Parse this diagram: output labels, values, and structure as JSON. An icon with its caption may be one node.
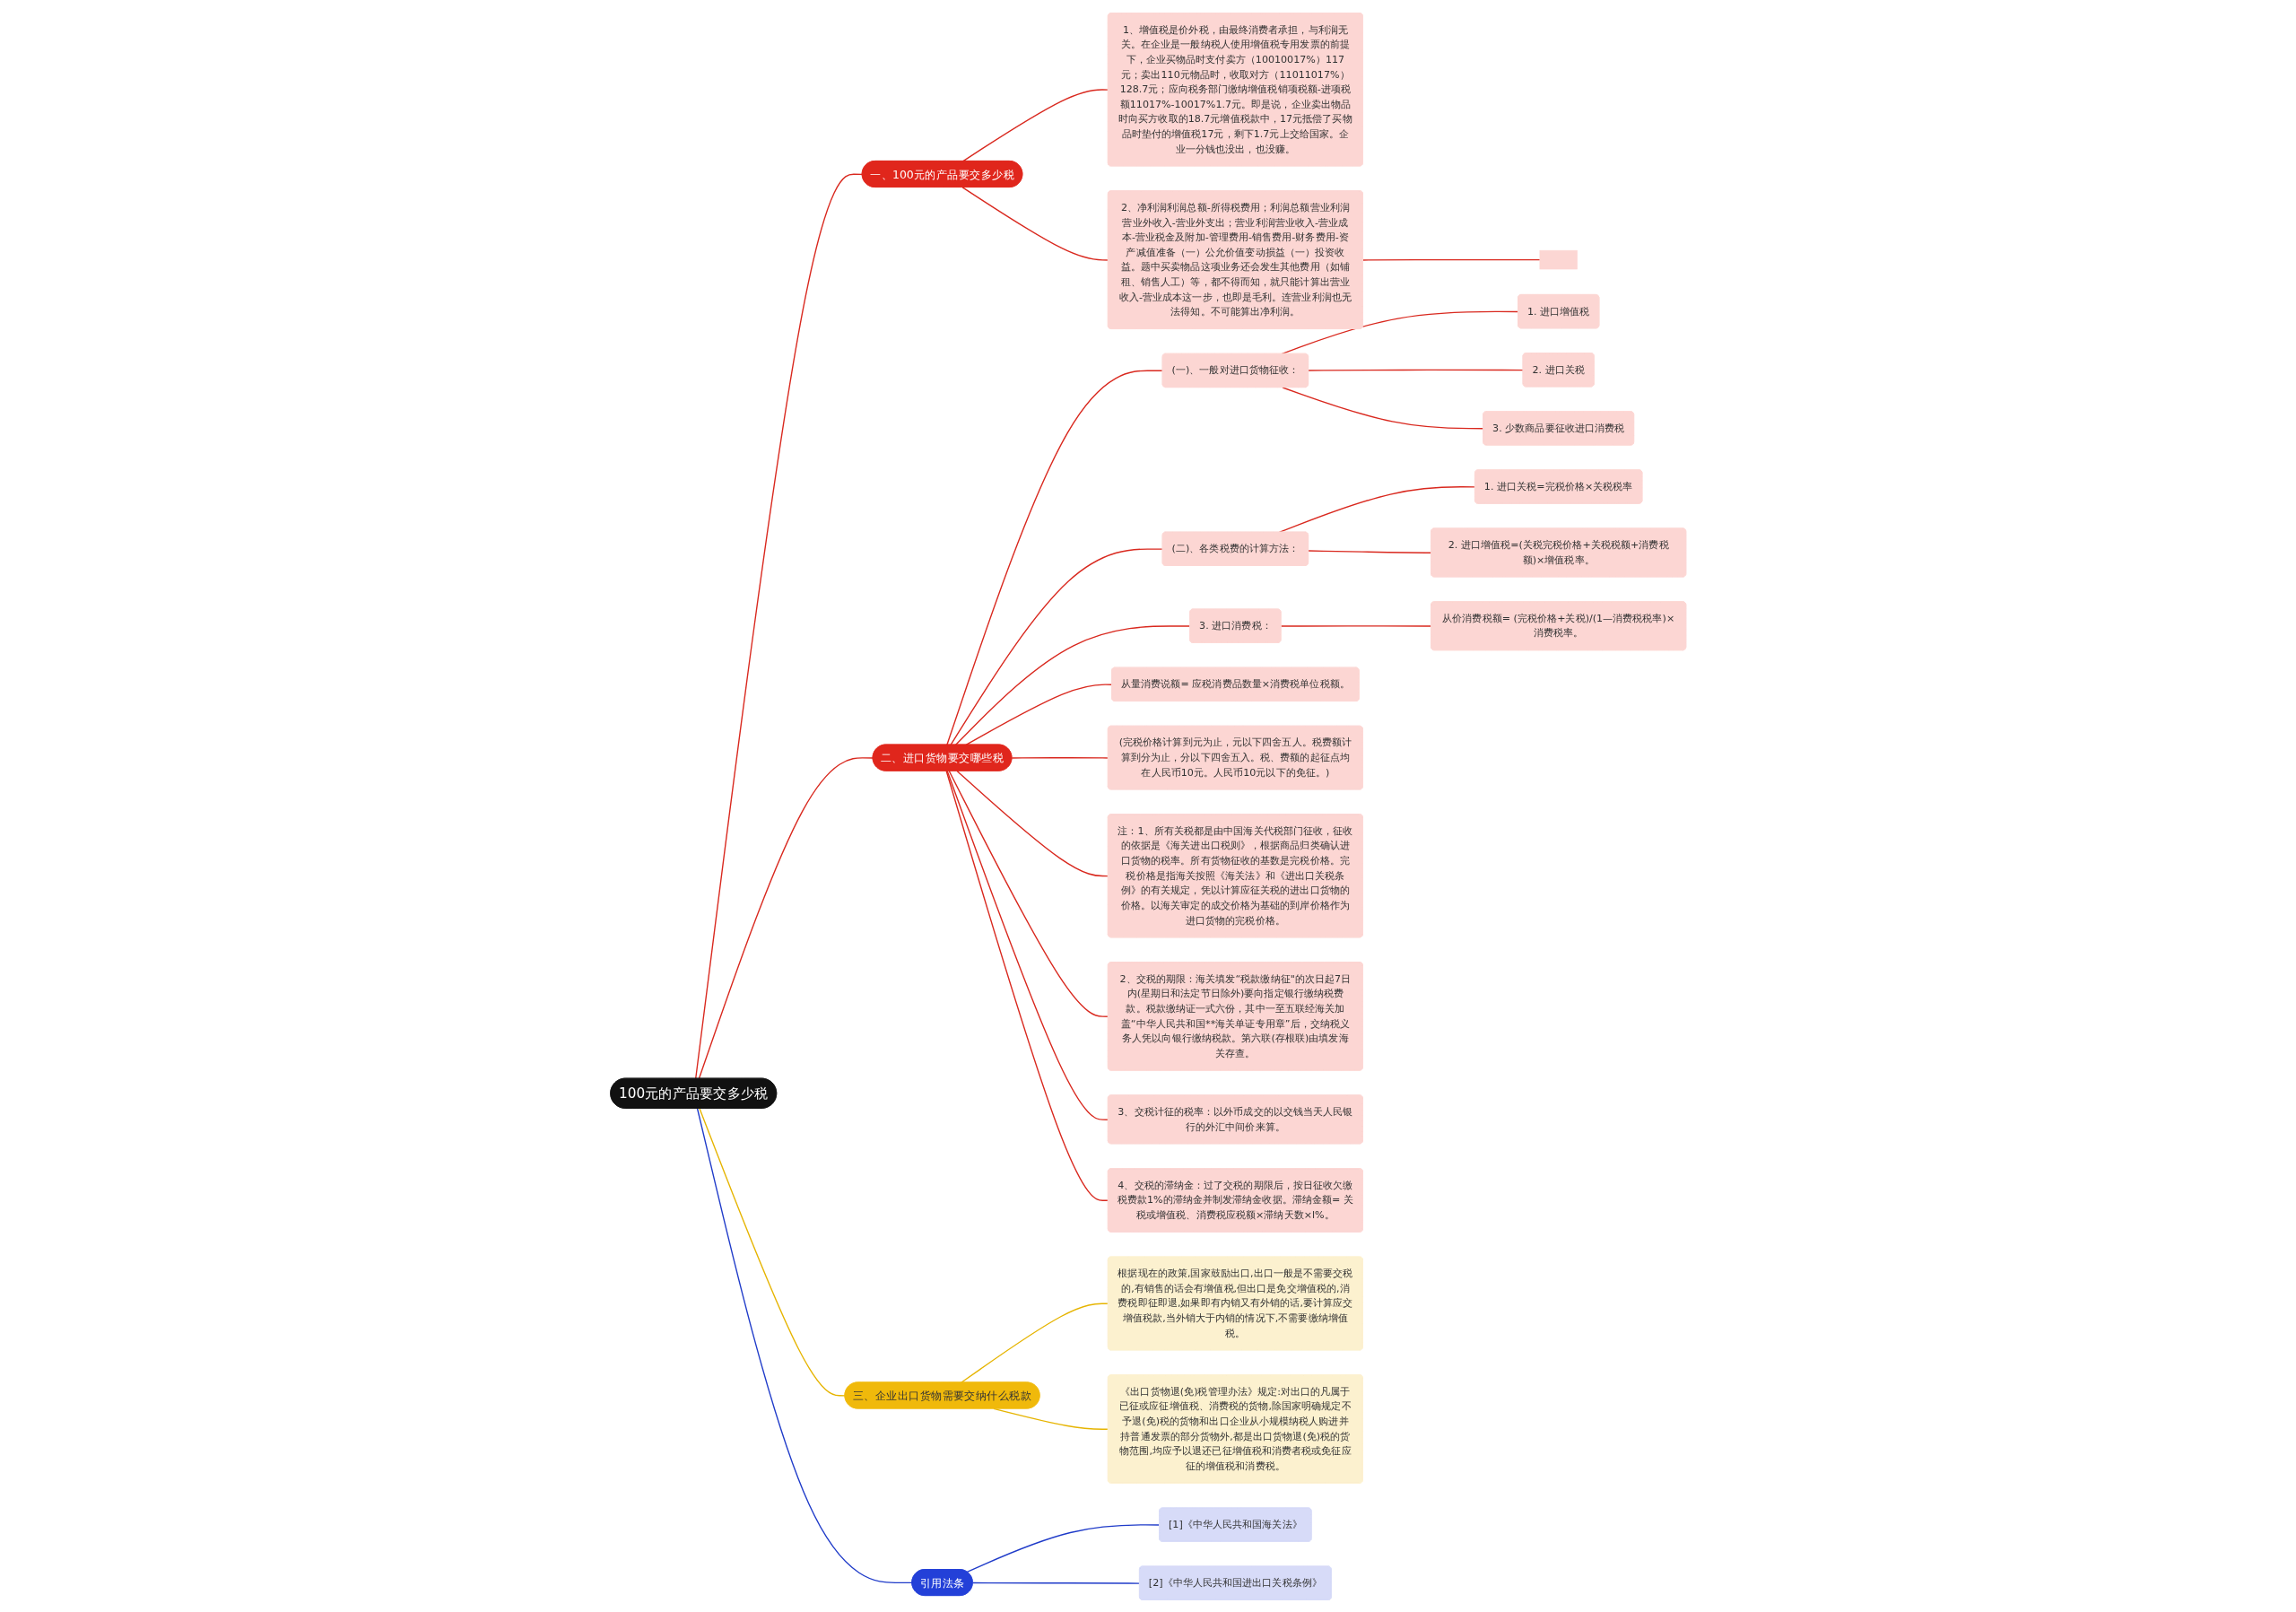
{
  "diagram": {
    "nodes": [
      {
        "text": [
          "100元的产品要交多少税"
        ]
      },
      {
        "text": [
          "一、100元的产品要交多少税"
        ]
      },
      {
        "text": [
          "1、增值税是价外税，由最终消费者承担，与利润无关。在企业是一般纳税人使用增值税专用发票的前提下，企业买物品时支付卖方（10010017%）117元；卖出110元物品时，收取对方（11011017%）128.7元；应向税务部门缴纳增值税销项税额-进项税额11017%-10017%1.7元。即是说，企业卖出物品时向买方收取的18.7元增值税款中，17元抵偿了买物品时垫付的增值税17元，剩下1.7元上交给国家。企业一分钱也没出，也没赚。"
        ]
      },
      {
        "text": [
          "2、净利润利润总额-所得税费用；利润总额营业利润营业外收入-营业外支出；营业利润营业收入-营业成本-营业税金及附加-管理费用-销售费用-财务费用-资产减值准备（一）公允价值变动损益（一）投资收益。题中买卖物品这项业务还会发生其他费用（如铺租、销售人工）等，都不得而知，就只能计算出营业收入-营业成本这一步，也即是毛利。连营业利润也无法得知。不可能算出净利润。"
        ]
      },
      {
        "text": [],
        "shape": "box"
      },
      {
        "text": [
          "二、进口货物要交哪些税"
        ]
      },
      {
        "text": [
          "(一)、一般对进口货物征收："
        ]
      },
      {
        "text": [
          "1. 进口增值税"
        ]
      },
      {
        "text": [
          "2. 进口关税"
        ]
      },
      {
        "text": [
          "3. 少数商品要征收进口消费税"
        ]
      },
      {
        "text": [
          "(二)、各类税费的计算方法："
        ]
      },
      {
        "text": [
          "1. 进口关税=完税价格×关税税率"
        ]
      },
      {
        "text": [
          "2. 进口增值税=(关税完税价格+关税税额+消费税额)×增值税率。"
        ]
      },
      {
        "text": [
          "3. 进口消费税："
        ]
      },
      {
        "text": [
          "从价消费税额= (完税价格+关税)/(1—消费税税率)×消费税率。"
        ]
      },
      {
        "text": [
          "从量消费说额= 应税消费品数量×消费税单位税额。"
        ]
      },
      {
        "text": [
          "(完税价格计算到元为止，元以下四舍五人。税费额计算到分为止，分以下四舍五入。税、费额的起征点均在人民币10元。人民币10元以下的免征。)"
        ]
      },
      {
        "text": [
          "注：1、所有关税都是由中国海关代税部门征收，征收的依据是《海关进出口税则》，根据商品归类确认进口货物的税率。所有货物征收的基数是完税价格。完税价格是指海关按照《海关法》和《进出口关税条例》的有关规定，凭以计算应征关税的进出口货物的价格。以海关审定的成交价格为基础的到岸价格作为进口货物的完税价格。"
        ]
      },
      {
        "text": [
          "2、交税的期限：海关填发“税款缴纳征\"的次日起7日内(星期日和法定节日除外)要向指定银行缴纳税费款。税款缴纳证一式六份，其中一至五联经海关加盖“中华人民共和国**海关单证专用章”后，交纳税义务人凭以向银行缴纳税款。第六联(存根联)由填发海关存查。"
        ]
      },
      {
        "text": [
          "3、交税计征的税率：以外币成交的以交钱当天人民银行的外汇中间价来算。"
        ]
      },
      {
        "text": [
          "4、交税的滞纳金：过了交税的期限后，按日征收欠缴税费款1%的滞纳金并制发滞纳金收据。滞纳金额= 关税或增值税、消费税应税额×滞纳天数×l%。"
        ]
      },
      {
        "text": [
          "三、企业出口货物需要交纳什么税款"
        ]
      },
      {
        "text": [
          "根据现在的政策,国家鼓励出口,出口一般是不需要交税的,有销售的话会有增值税,但出口是免交增值税的,消费税即征即退,如果即有内销又有外销的话,要计算应交增值税款,当外销大于内销的情况下,不需要缴纳增值税。"
        ]
      },
      {
        "text": [
          "《出口货物退(免)税管理办法》规定:对出口的凡属于已征或应征增值税、消费税的货物,除国家明确规定不予退(免)税的货物和出口企业从小规模纳税人购进并持普通发票的部分货物外,都是出口货物退(免)税的货物范围,均应予以退还已征增值税和消费者税或免征应征的增值税和消费税。"
        ]
      },
      {
        "text": [
          "引用法条"
        ]
      },
      {
        "text": [
          "[1]《中华人民共和国海关法》"
        ]
      },
      {
        "text": [
          "[2]《中华人民共和国进出口关税条例》"
        ]
      }
    ],
    "edges": [
      {
        "from": 0,
        "to": 1,
        "arrow": "none"
      },
      {
        "from": 1,
        "to": 2,
        "arrow": "none"
      },
      {
        "from": 1,
        "to": 3,
        "arrow": "none"
      },
      {
        "from": 3,
        "to": 4,
        "arrow": "none"
      },
      {
        "from": 0,
        "to": 5,
        "arrow": "none"
      },
      {
        "from": 5,
        "to": 6,
        "arrow": "none"
      },
      {
        "from": 6,
        "to": 7,
        "arrow": "none"
      },
      {
        "from": 6,
        "to": 8,
        "arrow": "none"
      },
      {
        "from": 6,
        "to": 9,
        "arrow": "none"
      },
      {
        "from": 5,
        "to": 10,
        "arrow": "none"
      },
      {
        "from": 10,
        "to": 11,
        "arrow": "none"
      },
      {
        "from": 10,
        "to": 12,
        "arrow": "none"
      },
      {
        "from": 5,
        "to": 13,
        "arrow": "none"
      },
      {
        "from": 13,
        "to": 14,
        "arrow": "none"
      },
      {
        "from": 5,
        "to": 15,
        "arrow": "none"
      },
      {
        "from": 5,
        "to": 16,
        "arrow": "none"
      },
      {
        "from": 5,
        "to": 17,
        "arrow": "none"
      },
      {
        "from": 5,
        "to": 18,
        "arrow": "none"
      },
      {
        "from": 5,
        "to": 19,
        "arrow": "none"
      },
      {
        "from": 5,
        "to": 20,
        "arrow": "none"
      },
      {
        "from": 0,
        "to": 21,
        "arrow": "none",
        "color": "#e6b400"
      },
      {
        "from": 21,
        "to": 22,
        "arrow": "none",
        "color": "#e6b400"
      },
      {
        "from": 21,
        "to": 23,
        "arrow": "none",
        "color": "#e6b400"
      },
      {
        "from": 0,
        "to": 24,
        "arrow": "none",
        "color": "#1f3bc9"
      },
      {
        "from": 24,
        "to": 25,
        "arrow": "none",
        "color": "#1f3bc9"
      },
      {
        "from": 24,
        "to": 26,
        "arrow": "none",
        "color": "#1f3bc9"
      }
    ]
  }
}
